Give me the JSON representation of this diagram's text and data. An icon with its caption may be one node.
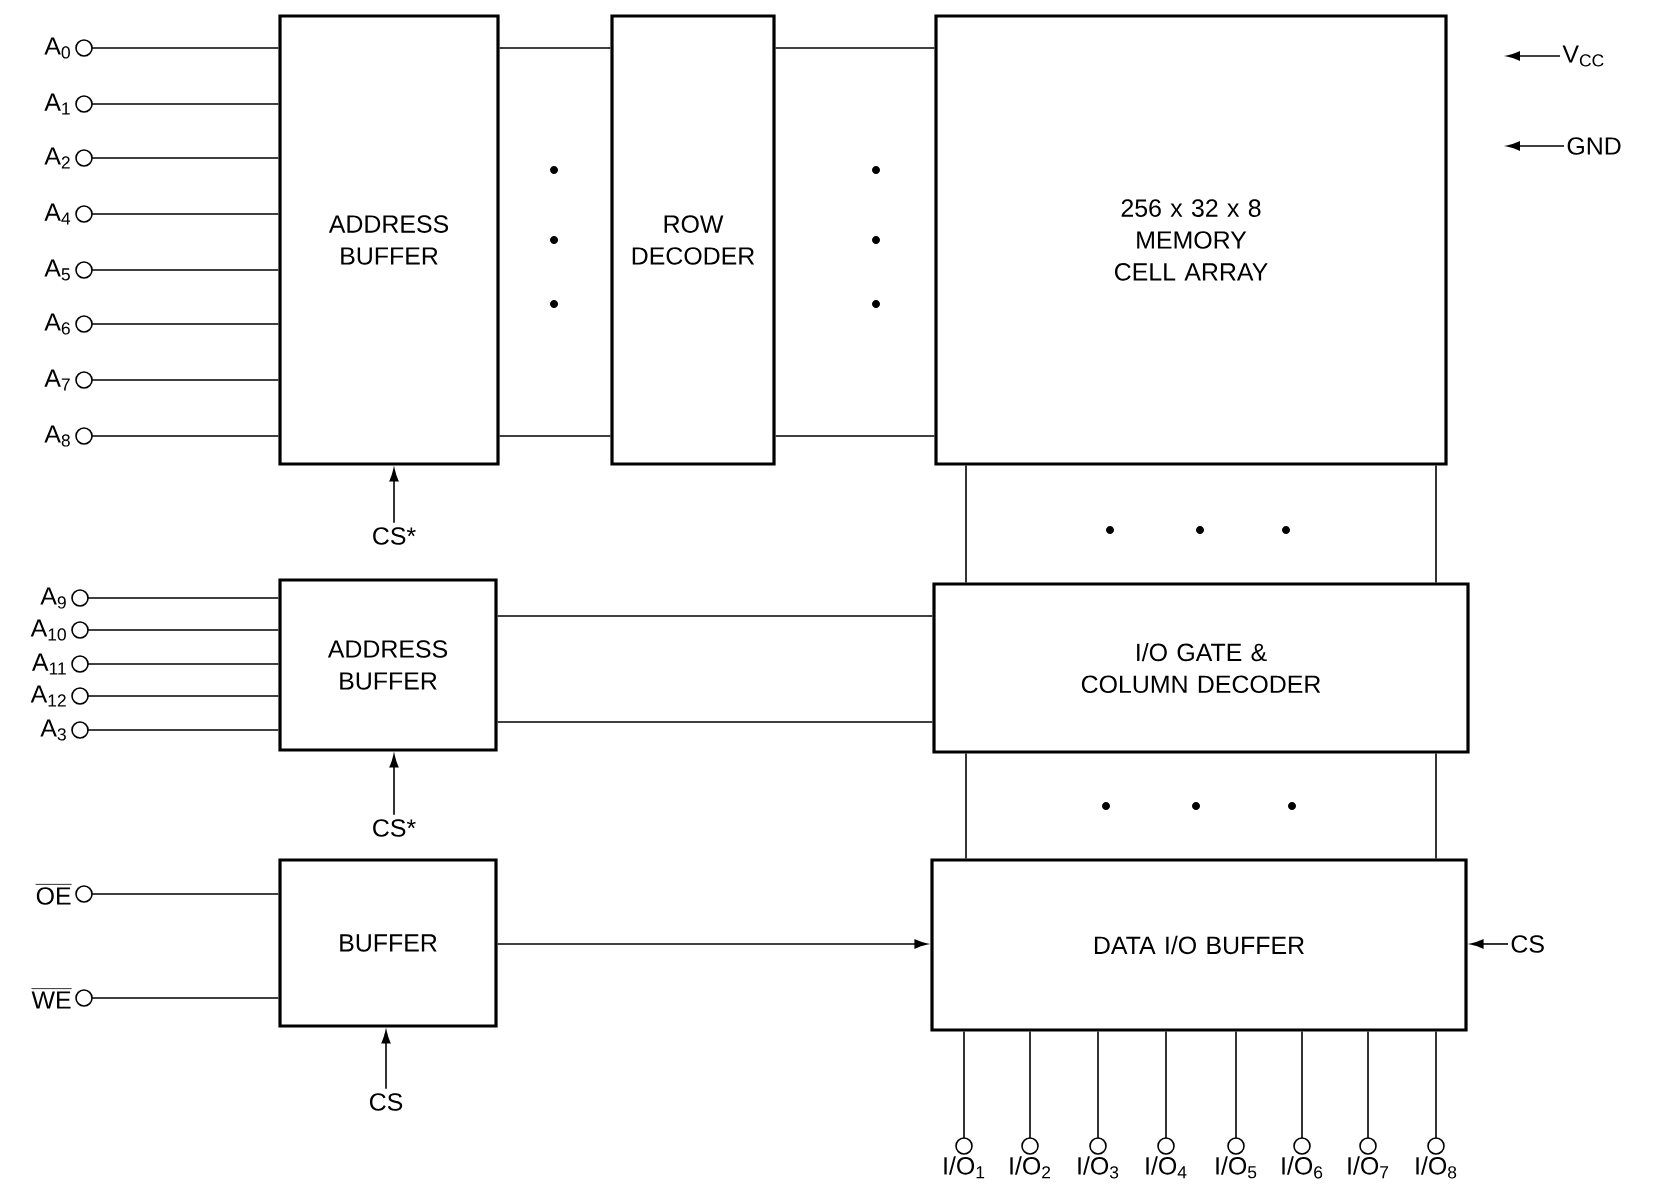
{
  "diagram": {
    "nodes": [
      {
        "text": [
          "A$_{0}$"
        ]
      },
      {
        "text": [
          "A$_{1}$"
        ]
      },
      {
        "text": [
          "A$_{2}$"
        ]
      },
      {
        "text": [
          "A$_{4}$"
        ]
      },
      {
        "text": [
          "A$_{5}$"
        ]
      },
      {
        "text": [
          "A$_{6}$"
        ]
      },
      {
        "text": [
          "A$_{7}$"
        ]
      },
      {
        "text": [
          "A$_{8}$"
        ]
      },
      {
        "text": [
          "ADDRESS BUFFER"
        ]
      },
      {
        "text": [
          "ROW DECODER"
        ]
      },
      {
        "text": [
          "256 x 32 x 8",
          "MEMORY CELL ARRAY"
        ]
      },
      {
        "text": [
          "V$_{CC}$"
        ]
      },
      {
        "text": [
          "GND"
        ]
      },
      {
        "text": [
          "CS*"
        ]
      },
      {
        "text": [
          "A$_{9}$"
        ]
      },
      {
        "text": [
          "A$_{10}$"
        ]
      },
      {
        "text": [
          "A$_{11}$"
        ]
      },
      {
        "text": [
          "A$_{12}$"
        ]
      },
      {
        "text": [
          "A$_{3}$"
        ]
      },
      {
        "text": [
          "ADDRESS BUFFER"
        ]
      },
      {
        "text": [
          "I/O GATE & COLUMN DECODER"
        ]
      },
      {
        "text": [
          "CS*"
        ]
      },
      {
        "text": [
          "OE"
        ]
      },
      {
        "text": [
          "BUFFER"
        ]
      },
      {
        "text": [
          "WE"
        ]
      },
      {
        "text": [
          "DATA I/O BUFFER"
        ]
      },
      {
        "text": [
          "CS"
        ]
      },
      {
        "text": [
          "CS"
        ]
      },
      {
        "text": [
          "I/O$_{1}$"
        ]
      },
      {
        "text": [
          "I/O$_{2}$"
        ]
      },
      {
        "text": [
          "I/O$_{3}$"
        ]
      },
      {
        "text": [
          "I/O$_{4}$"
        ]
      },
      {
        "text": [
          "I/O$_{5}$"
        ]
      },
      {
        "text": [
          "I/O$_{6}$"
        ]
      },
      {
        "text": [
          "I/O$_{7}$"
        ]
      },
      {
        "text": [
          "I/O$_{8}$"
        ]
      }
    ],
    "edges": [
      {
        "from": 0,
        "to": 8,
        "arrow": "other"
      },
      {
        "from": 1,
        "to": 8,
        "arrow": "other"
      },
      {
        "from": 2,
        "to": 8,
        "arrow": "other"
      },
      {
        "from": 3,
        "to": 8,
        "arrow": "other"
      },
      {
        "from": 4,
        "to": 8,
        "arrow": "other"
      },
      {
        "from": 5,
        "to": 8,
        "arrow": "other"
      },
      {
        "from": 6,
        "to": 8,
        "arrow": "other"
      },
      {
        "from": 7,
        "to": 8,
        "arrow": "other"
      },
      {
        "from": 8,
        "to": 9,
        "arrow": "none"
      },
      {
        "from": 8,
        "to": 9,
        "arrow": "none"
      },
      {
        "from": 9,
        "to": 10,
        "arrow": "none"
      },
      {
        "from": 9,
        "to": 10,
        "arrow": "none"
      },
      {
        "from": 11,
        "to": null,
        "arrow": "to"
      },
      {
        "from": 12,
        "to": null,
        "arrow": "to"
      },
      {
        "from": 13,
        "to": 8,
        "arrow": "to"
      },
      {
        "from": 14,
        "to": 19,
        "arrow": "other"
      },
      {
        "from": 15,
        "to": 19,
        "arrow": "other"
      },
      {
        "from": 16,
        "to": 19,
        "arrow": "other"
      },
      {
        "from": 17,
        "to": 19,
        "arrow": "other"
      },
      {
        "from": 18,
        "to": 19,
        "arrow": "other"
      },
      {
        "from": 19,
        "to": 20,
        "arrow": "none"
      },
      {
        "from": 19,
        "to": 20,
        "arrow": "none"
      },
      {
        "from": 10,
        "to": 20,
        "arrow": "none"
      },
      {
        "from": 10,
        "to": 20,
        "arrow": "none"
      },
      {
        "from": 21,
        "to": 19,
        "arrow": "to"
      },
      {
        "from": 22,
        "to": 23,
        "arrow": "other"
      },
      {
        "from": 24,
        "to": 23,
        "arrow": "other"
      },
      {
        "from": 23,
        "to": 25,
        "arrow": "to"
      },
      {
        "from": 20,
        "to": 25,
        "arrow": "none"
      },
      {
        "from": 20,
        "to": 25,
        "arrow": "none"
      },
      {
        "from": 26,
        "to": 23,
        "arrow": "to"
      },
      {
        "from": 27,
        "to": 25,
        "arrow": "to"
      },
      {
        "from": 28,
        "to": 25,
        "arrow": "other"
      },
      {
        "from": 29,
        "to": 25,
        "arrow": "other"
      },
      {
        "from": 30,
        "to": 25,
        "arrow": "other"
      },
      {
        "from": 31,
        "to": 25,
        "arrow": "other"
      },
      {
        "from": 32,
        "to": 25,
        "arrow": "other"
      },
      {
        "from": 33,
        "to": 25,
        "arrow": "other"
      },
      {
        "from": 34,
        "to": 25,
        "arrow": "other"
      },
      {
        "from": 35,
        "to": 25,
        "arrow": "other"
      }
    ]
  }
}
